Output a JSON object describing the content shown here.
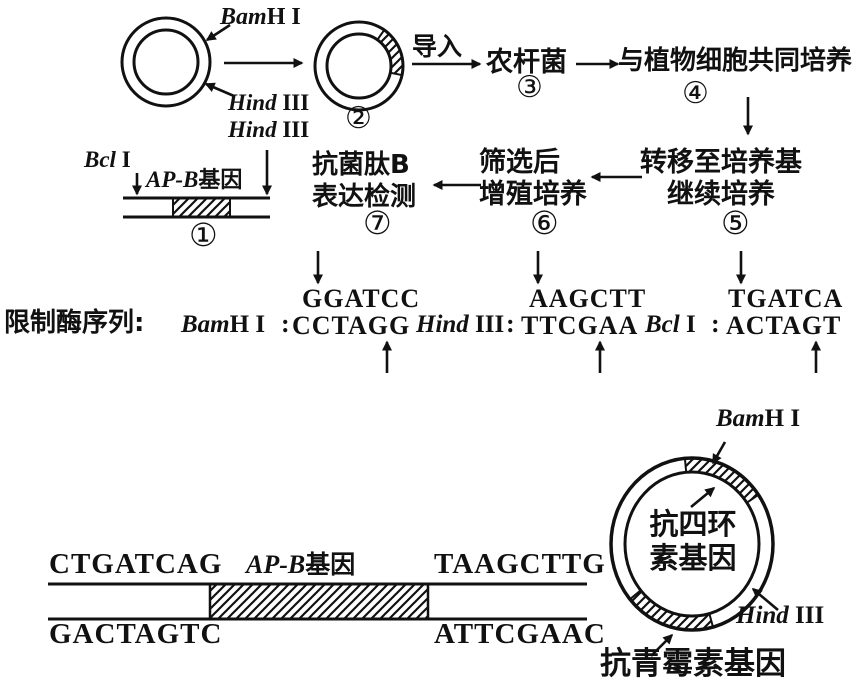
{
  "colors": {
    "ink": "#111111",
    "background": "#ffffff"
  },
  "top_flow": {
    "bamh1": {
      "it": "Bam",
      "rest": "H I"
    },
    "hind3_first": {
      "it": "Hind",
      "rest": " III"
    },
    "hind3_second": {
      "it": "Hind",
      "rest": " III"
    },
    "bcl1": {
      "it": "Bcl",
      "rest": " I"
    },
    "apb_gene": {
      "it": "AP-B",
      "rest": "基因"
    },
    "step1_num": "①",
    "step2_num": "②",
    "daoru": "导入",
    "agrobacterium": "农杆菌",
    "step3_num": "③",
    "coculture": "与植物细胞共同培养",
    "step4_num": "④",
    "step5_line1": "转移至培养基",
    "step5_line2": "继续培养",
    "step5_num": "⑤",
    "step6_line1": "筛选后",
    "step6_line2": "增殖培养",
    "step6_num": "⑥",
    "step7_line1": "抗菌肽B",
    "step7_line2": "表达检测",
    "step7_num": "⑦"
  },
  "enzyme_key": {
    "label": "限制酶序列:",
    "bamh": {
      "it": "Bam",
      "rest": "H I",
      "colon": ":",
      "top": "GGATCC",
      "bottom": "CCTAGG"
    },
    "hind": {
      "it": "Hind",
      "rest": " III",
      "colon": ":",
      "top": "AAGCTT",
      "bottom": "TTCGAA"
    },
    "bcl": {
      "it": "Bcl",
      "rest": " I",
      "colon": ":",
      "top": "TGATCA",
      "bottom": "ACTAGT"
    }
  },
  "dna_fragment": {
    "top_left": "CTGATCAG",
    "gene": {
      "it": "AP-B",
      "rest": "基因"
    },
    "top_right": "TAAGCTTG",
    "bottom_left": "GACTAGTC",
    "bottom_right": "ATTCGAAC"
  },
  "plasmid3": {
    "bamh": {
      "it": "Bam",
      "rest": "H I"
    },
    "hind": {
      "it": "Hind",
      "rest": " III"
    },
    "tet_line1": "抗四环",
    "tet_line2": "素基因",
    "amp": "抗青霉素基因"
  }
}
